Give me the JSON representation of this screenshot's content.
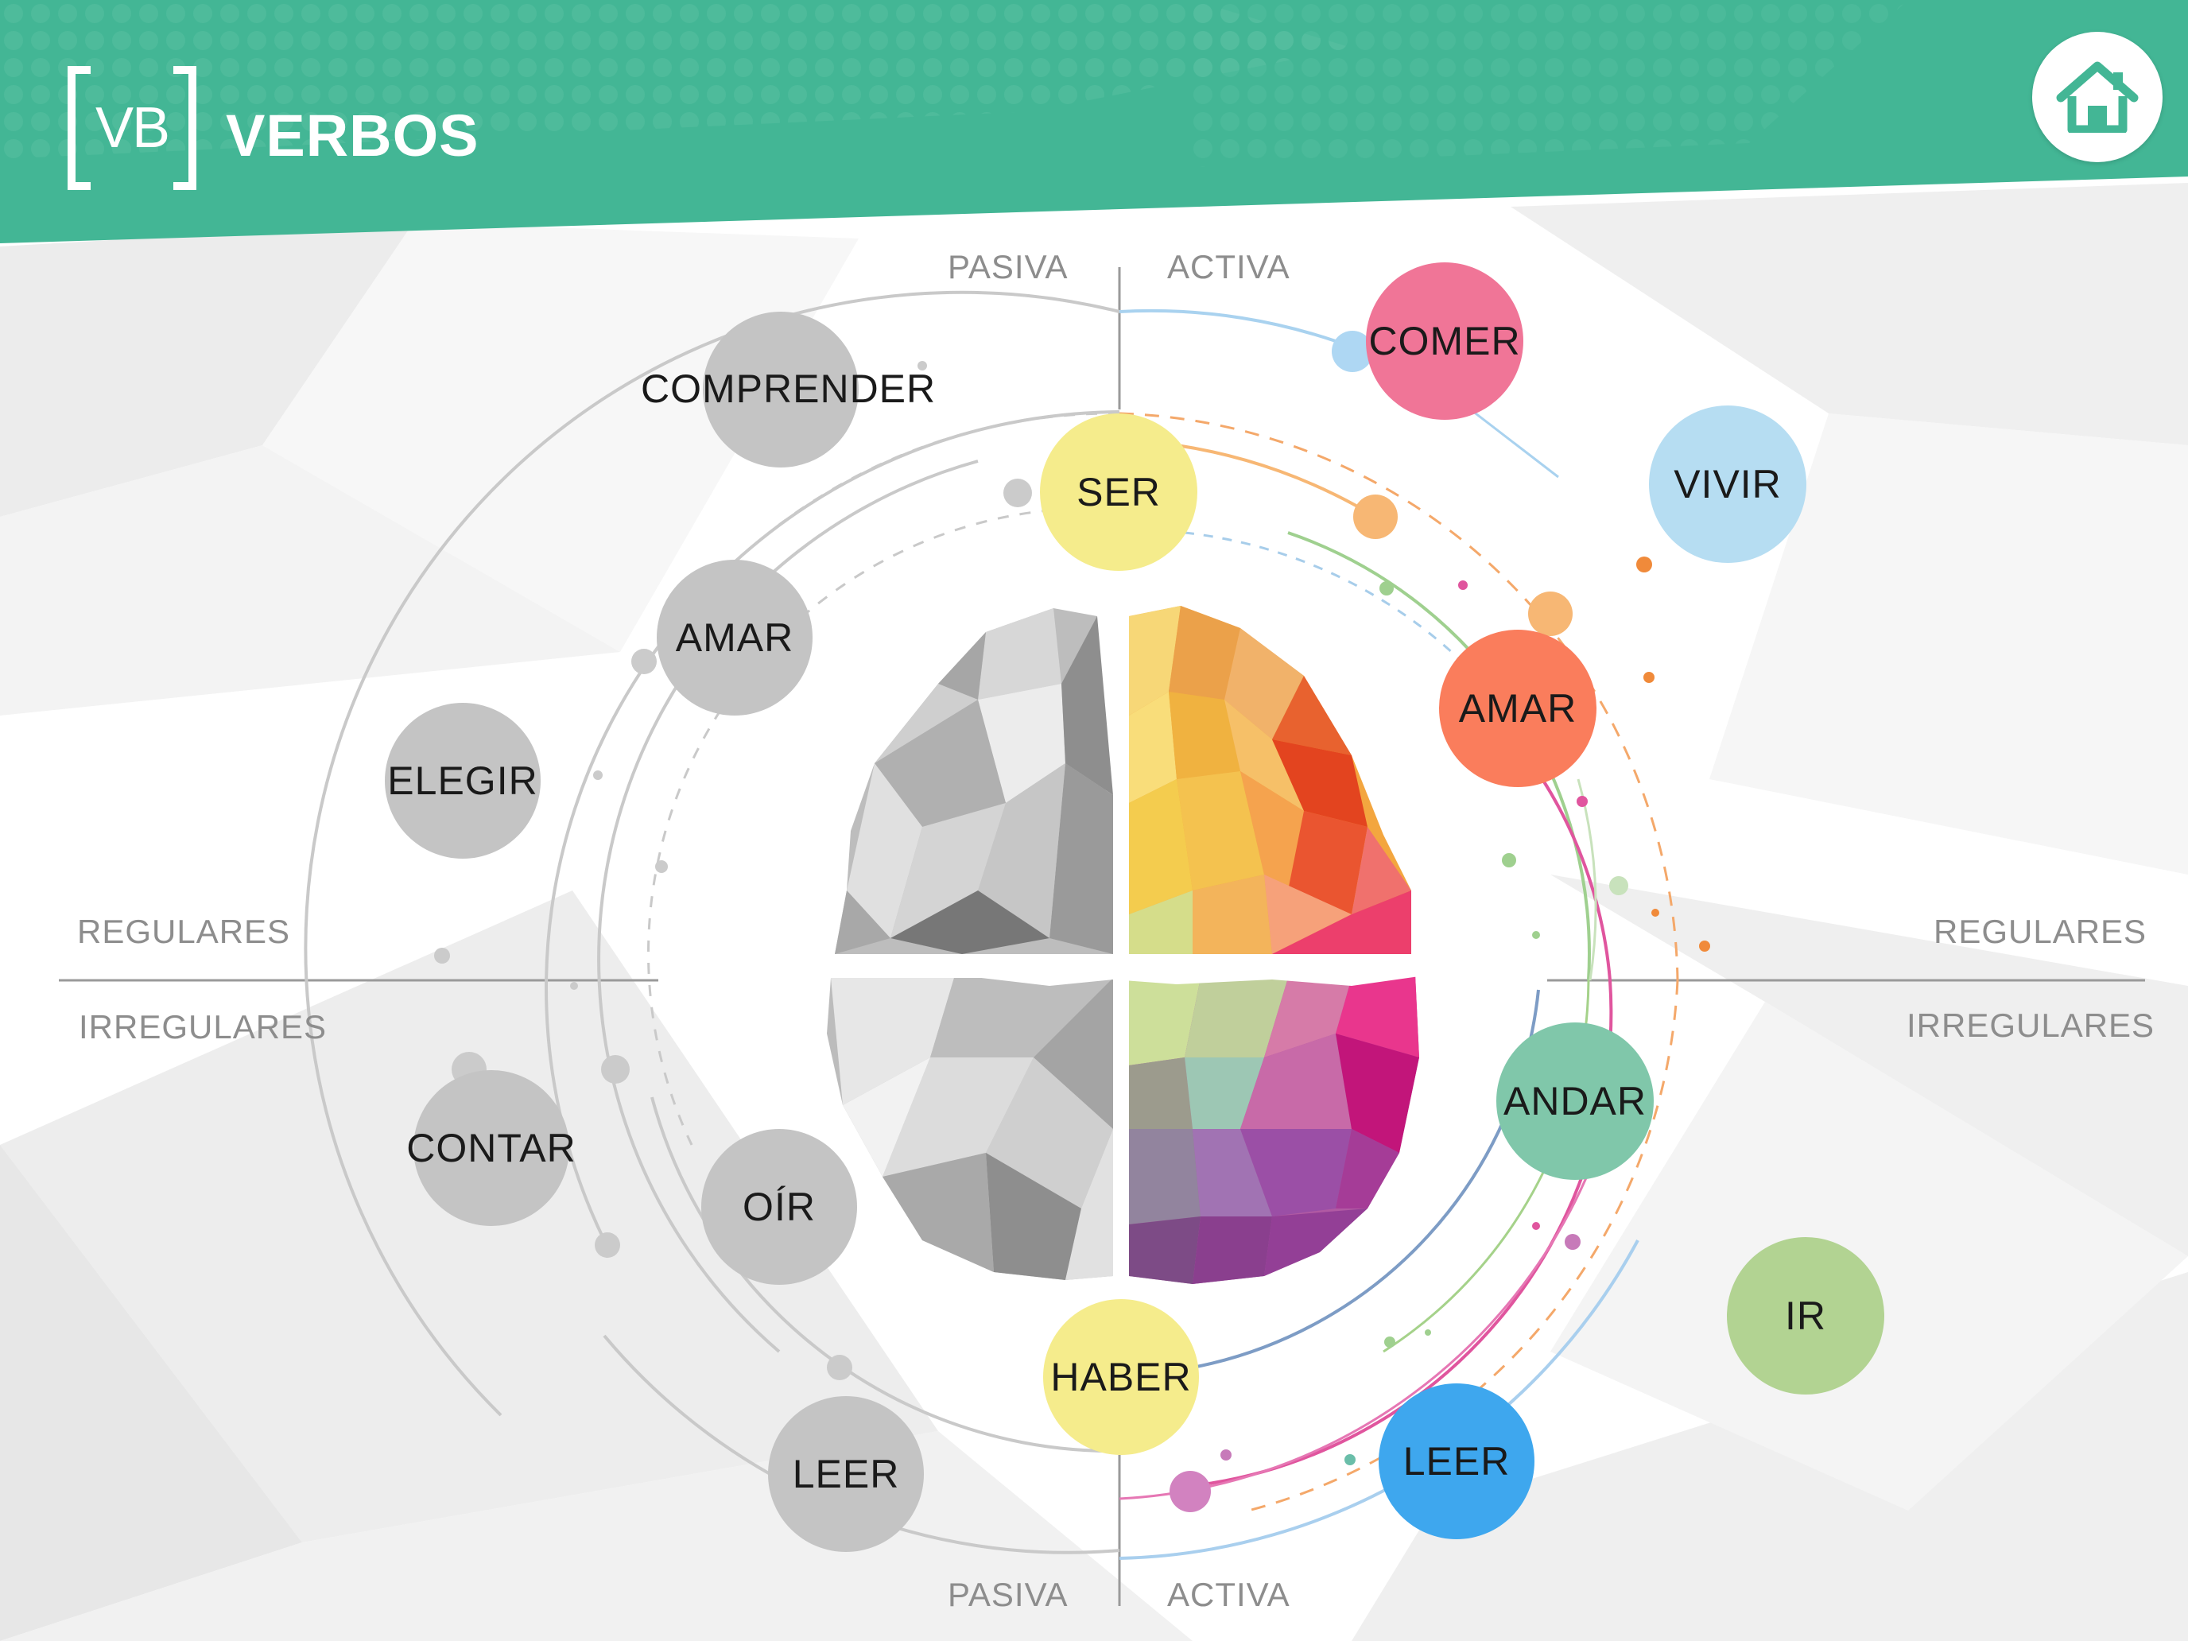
{
  "header": {
    "logo_text": "VB",
    "title": "VERBOS",
    "home_icon": "home-icon",
    "colors": {
      "band": "#43b695",
      "logo": "#ffffff"
    }
  },
  "axes": {
    "top_left": "PASIVA",
    "top_right": "ACTIVA",
    "bottom_left": "PASIVA",
    "bottom_right": "ACTIVA",
    "left_upper": "REGULARES",
    "left_lower": "IRREGULARES",
    "right_upper": "REGULARES",
    "right_lower": "IRREGULARES"
  },
  "center_graphic": "brain-illustration",
  "verbs": {
    "comprender": {
      "label": "COMPRENDER",
      "color": "#c4c4c4"
    },
    "amar_left": {
      "label": "AMAR",
      "color": "#c4c4c4"
    },
    "elegir": {
      "label": "ELEGIR",
      "color": "#c4c4c4"
    },
    "contar": {
      "label": "CONTAR",
      "color": "#c4c4c4"
    },
    "oir": {
      "label": "OÍR",
      "color": "#c4c4c4"
    },
    "leer_left": {
      "label": "LEER",
      "color": "#c4c4c4"
    },
    "ser": {
      "label": "SER",
      "color": "#f5ec8c"
    },
    "haber": {
      "label": "HABER",
      "color": "#f5ec8c"
    },
    "comer": {
      "label": "COMER",
      "color": "#f07597"
    },
    "vivir": {
      "label": "VIVIR",
      "color": "#b6ddf2"
    },
    "amar_right": {
      "label": "AMAR",
      "color": "#fa7d5c"
    },
    "andar": {
      "label": "ANDAR",
      "color": "#80c7aa"
    },
    "ir": {
      "label": "IR",
      "color": "#b2d392"
    },
    "leer_right": {
      "label": "LEER",
      "color": "#3ea7ee"
    }
  }
}
